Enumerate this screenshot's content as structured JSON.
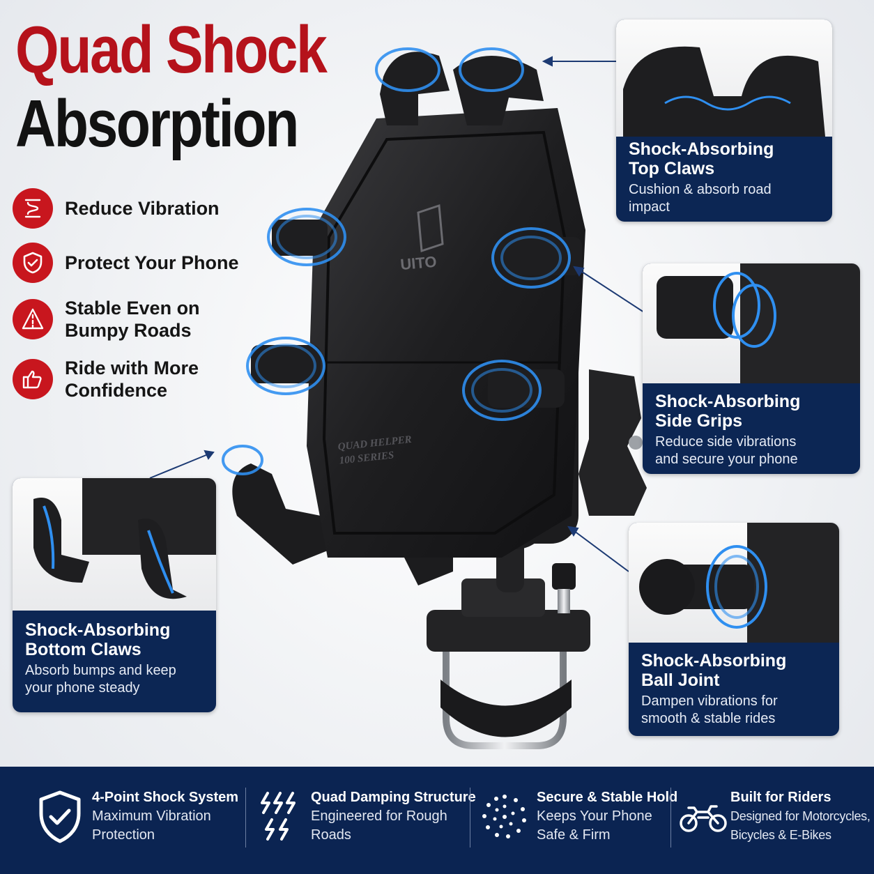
{
  "headline": {
    "line1": "Quad Shock",
    "line2": "Absorption"
  },
  "colors": {
    "accent_red": "#b5121b",
    "navy": "#0b2452",
    "glow_blue": "#2f8ff0"
  },
  "features": [
    {
      "icon": "vibration-icon",
      "label": "Reduce Vibration"
    },
    {
      "icon": "shield-check-icon",
      "label": "Protect Your Phone"
    },
    {
      "icon": "road-icon",
      "label": "Stable Even on\nBumpy Roads"
    },
    {
      "icon": "thumbs-up-icon",
      "label": "Ride with More\nConfidence"
    }
  ],
  "product": {
    "brand": "UITO",
    "model_line1": "QUAD HELPER",
    "model_line2": "100 SERIES"
  },
  "callouts": {
    "top_claws": {
      "heading": "Shock-Absorbing\nTop Claws",
      "text": "Cushion & absorb road\nimpact"
    },
    "side_grips": {
      "heading": "Shock-Absorbing\nSide Grips",
      "text": "Reduce side vibrations\nand secure your phone"
    },
    "bottom_claws": {
      "heading": "Shock-Absorbing\nBottom Claws",
      "text": "Absorb bumps and keep\nyour phone steady"
    },
    "ball_joint": {
      "heading": "Shock-Absorbing\nBall Joint",
      "text": "Dampen vibrations for\nsmooth & stable rides"
    }
  },
  "bottom_bar": [
    {
      "icon": "shield-check-icon",
      "title": "4-Point Shock System",
      "text": "Maximum Vibration\nProtection"
    },
    {
      "icon": "lightning-icon",
      "title": "Quad Damping Structure",
      "text": "Engineered for Rough\nRoads"
    },
    {
      "icon": "dots-circle-icon",
      "title": "Secure & Stable Hold",
      "text": "Keeps Your Phone\nSafe & Firm"
    },
    {
      "icon": "motorcycle-icon",
      "title": "Built for Riders",
      "text": "Designed for Motorcycles,\nBicycles & E-Bikes"
    }
  ]
}
